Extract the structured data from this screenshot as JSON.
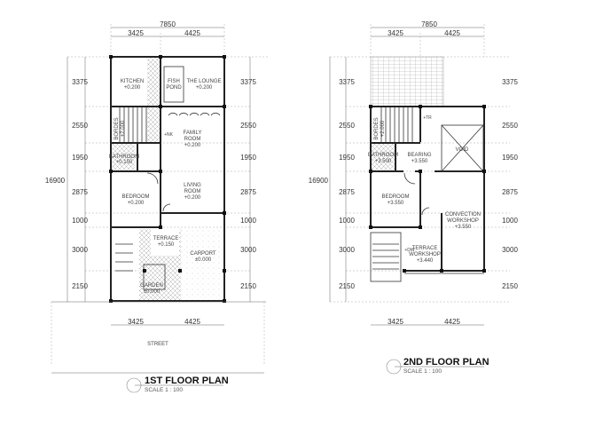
{
  "dimensions": {
    "total_width": "7850",
    "left_bay": "3425",
    "right_bay": "4425",
    "total_depth": "16900",
    "rows": [
      "3375",
      "2550",
      "1950",
      "2875",
      "1000",
      "3000",
      "2150"
    ]
  },
  "plan1": {
    "title": "1ST FLOOR PLAN",
    "scale": "SCALE 1 : 100",
    "street": "STREET",
    "rooms": {
      "kitchen": [
        "KITCHEN",
        "+0.200"
      ],
      "fish_pond": [
        "FISH",
        "POND"
      ],
      "lounge": [
        "THE LOUNGE",
        "+0.200"
      ],
      "borders": [
        "BORDES",
        "+2.000"
      ],
      "family": [
        "FAMILY",
        "ROOM",
        "+0.200"
      ],
      "nk": "+NK",
      "bathroom": [
        "BATHROOM",
        "+0.150"
      ],
      "living": [
        "LIVING",
        "ROOM",
        "+0.200"
      ],
      "bedroom": [
        "BEDROOM",
        "+0.200"
      ],
      "terrace": [
        "TERRACE",
        "+0.150"
      ],
      "carport": [
        "CARPORT",
        "±0.000"
      ],
      "garden": [
        "GARDEN",
        "±0.000"
      ]
    }
  },
  "plan2": {
    "title": "2ND FLOOR PLAN",
    "scale": "SCALE 1 : 100",
    "rooms": {
      "borders": [
        "BORDES",
        "+2.000"
      ],
      "tr": "+TR",
      "bathroom": [
        "BATHROOM",
        "+3.500"
      ],
      "bearing": [
        "BEARING",
        "+3.550"
      ],
      "void": "VOID",
      "bedroom": [
        "BEDROOM",
        "+3.550"
      ],
      "convection": [
        "CONVECTION",
        "WORKSHOP",
        "+3.550"
      ],
      "dw": "+DW",
      "terrace": [
        "TERRACE",
        "WORKSHOP",
        "+3.440"
      ]
    }
  },
  "colors": {
    "lines": "#222222",
    "grid": "#aaaaaa",
    "text": "#333333"
  }
}
